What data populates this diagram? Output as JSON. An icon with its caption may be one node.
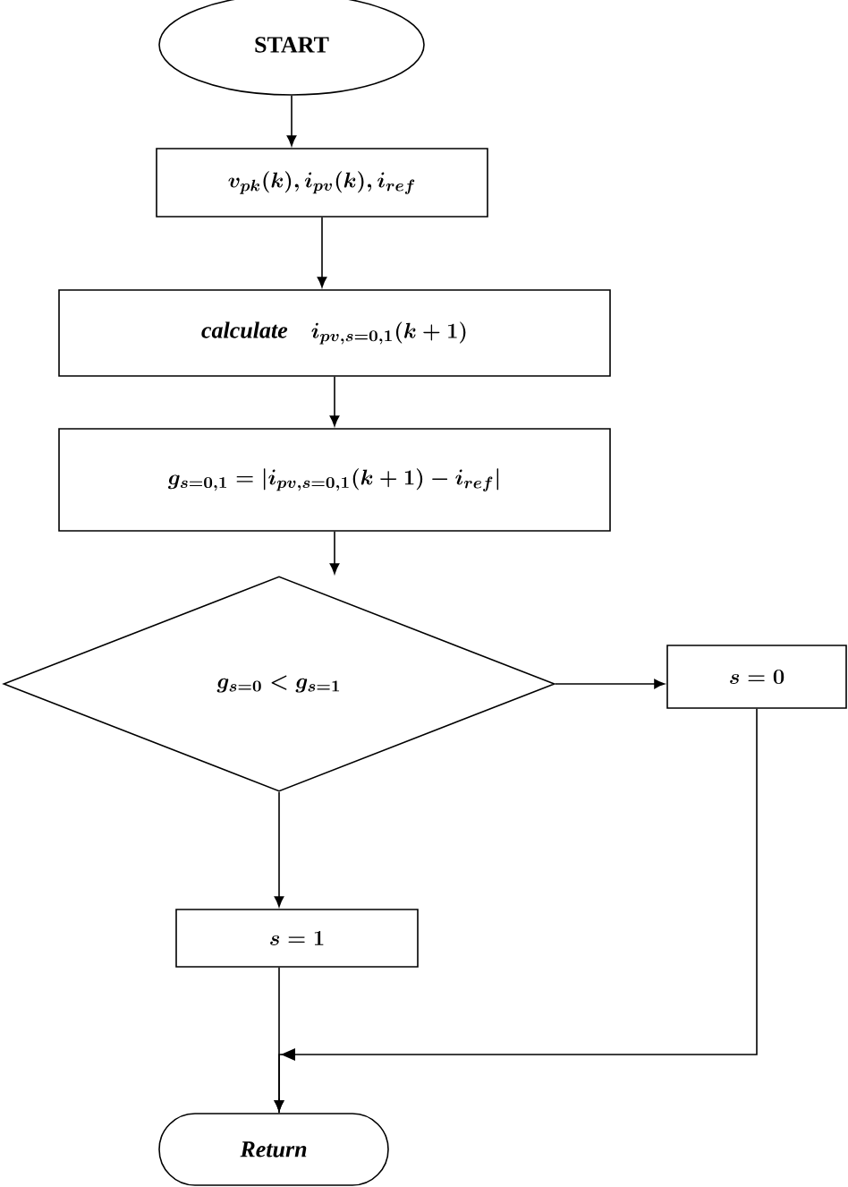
{
  "diagram": {
    "nodes": [
      {
        "text": [
          "START"
        ]
      },
      {
        "text": [
          "v_{pk}(k), i_{pv}(k), i_{ref}"
        ]
      },
      {
        "text": [
          "\\mathit{calculate}\\quad i_{pv,s=0,1}(k+1)"
        ]
      },
      {
        "text": [
          "g_{s=0,1} = |i_{pv,s=0,1}(k+1) - i_{ref}|"
        ]
      },
      {
        "text": [
          "g_{s=0} < g_{s=1}"
        ]
      },
      {
        "text": [
          "s = 0"
        ]
      },
      {
        "text": [
          "s = 1"
        ]
      },
      {
        "text": [
          "Return"
        ]
      }
    ],
    "edges": [
      {
        "from": 0,
        "to": 1,
        "arrow": "to"
      },
      {
        "from": 1,
        "to": 2,
        "arrow": "to"
      },
      {
        "from": 2,
        "to": 3,
        "arrow": "to"
      },
      {
        "from": 3,
        "to": 4,
        "arrow": "to"
      },
      {
        "from": 4,
        "to": 5,
        "arrow": "to"
      },
      {
        "from": 4,
        "to": 6,
        "arrow": "to"
      },
      {
        "from": 6,
        "to": 7,
        "arrow": "to"
      },
      {
        "from": 5,
        "to": 7,
        "arrow": "to"
      }
    ]
  }
}
